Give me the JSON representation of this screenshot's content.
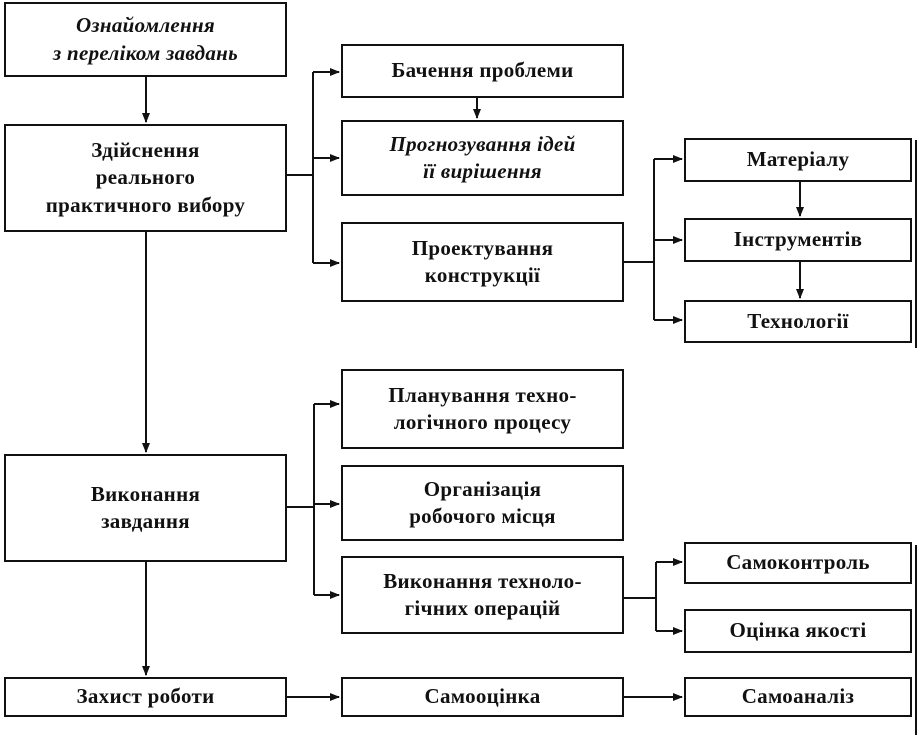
{
  "nodes": {
    "intro": "Ознайомлення\nз переліком завдань",
    "choice": "Здійснення\nреального\nпрактичного вибору",
    "problem": "Бачення проблеми",
    "forecast": "Прогнозування ідей\nїї вирішення",
    "design": "Проектування\nконструкції",
    "material": "Матеріалу",
    "tools": "Інструментів",
    "tech": "Технології",
    "execute": "Виконання\nзавдання",
    "plan": "Планування техно-\nлогічного процесу",
    "org": "Організація\nробочого місця",
    "ops": "Виконання техноло-\nгічних операцій",
    "selfcontrol": "Самоконтроль",
    "quality": "Оцінка якості",
    "defense": "Захист роботи",
    "selfeval": "Самооцінка",
    "selfanalysis": "Самоаналіз"
  }
}
